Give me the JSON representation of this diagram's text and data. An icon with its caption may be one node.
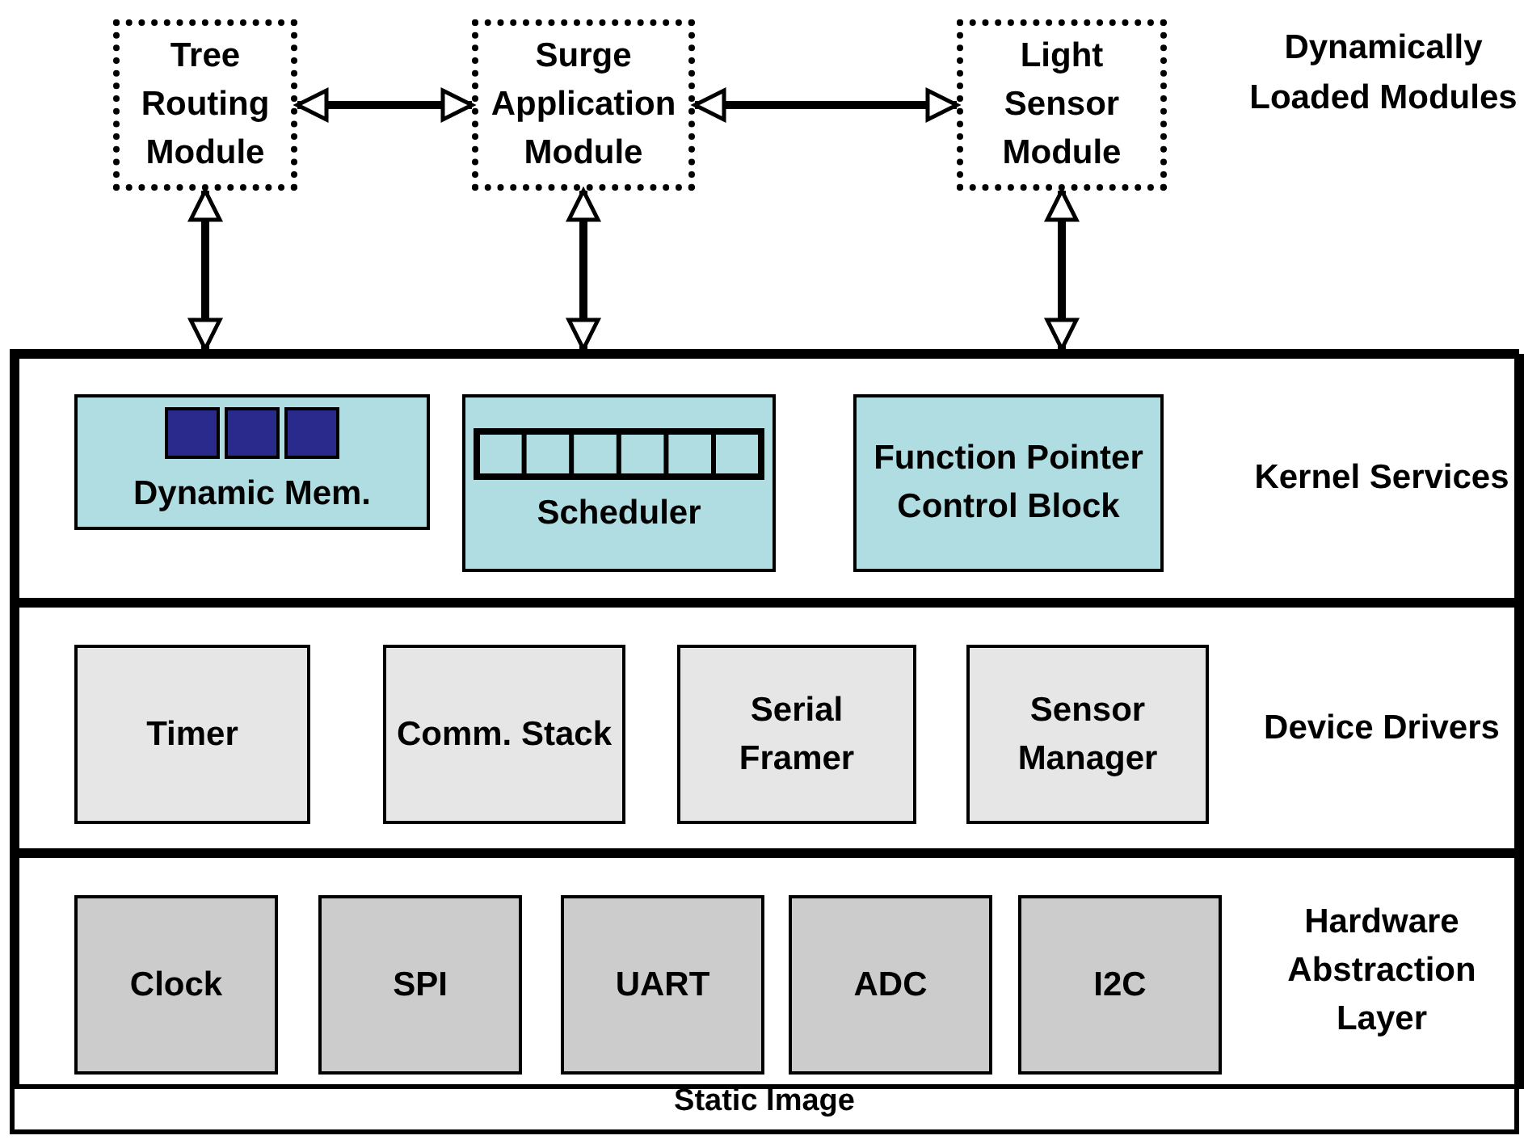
{
  "diagram": {
    "nodes": [
      {
        "text": [
          "Tree Routing Module"
        ]
      },
      {
        "text": [
          "Surge Application Module"
        ]
      },
      {
        "text": [
          "Light Sensor Module"
        ]
      },
      {
        "text": [
          "Static Image"
        ]
      },
      {
        "text": [
          "Kernel Services"
        ],
        "in": 3
      },
      {
        "text": [
          "Dynamic Mem."
        ],
        "in": 4
      },
      {
        "text": [
          "Scheduler"
        ],
        "in": 4
      },
      {
        "text": [
          "Function Pointer Control Block"
        ],
        "in": 4
      },
      {
        "text": [
          "Device Drivers"
        ],
        "in": 3
      },
      {
        "text": [
          "Timer"
        ],
        "in": 8
      },
      {
        "text": [
          "Comm. Stack"
        ],
        "in": 8
      },
      {
        "text": [
          "Serial Framer"
        ],
        "in": 8
      },
      {
        "text": [
          "Sensor Manager"
        ],
        "in": 8
      },
      {
        "text": [
          "Hardware Abstraction Layer"
        ],
        "in": 3
      },
      {
        "text": [
          "Clock"
        ],
        "in": 13
      },
      {
        "text": [
          "SPI"
        ],
        "in": 13
      },
      {
        "text": [
          "UART"
        ],
        "in": 13
      },
      {
        "text": [
          "ADC"
        ],
        "in": 13
      },
      {
        "text": [
          "I2C"
        ],
        "in": 13
      }
    ],
    "edges": [
      {
        "from": 0,
        "to": 1,
        "arrow": "both"
      },
      {
        "from": 1,
        "to": 2,
        "arrow": "both"
      },
      {
        "from": 0,
        "to": 4,
        "arrow": "both"
      },
      {
        "from": 1,
        "to": 4,
        "arrow": "both"
      },
      {
        "from": 2,
        "to": 4,
        "arrow": "both"
      }
    ],
    "labels": [
      "Dynamically Loaded Modules"
    ]
  }
}
